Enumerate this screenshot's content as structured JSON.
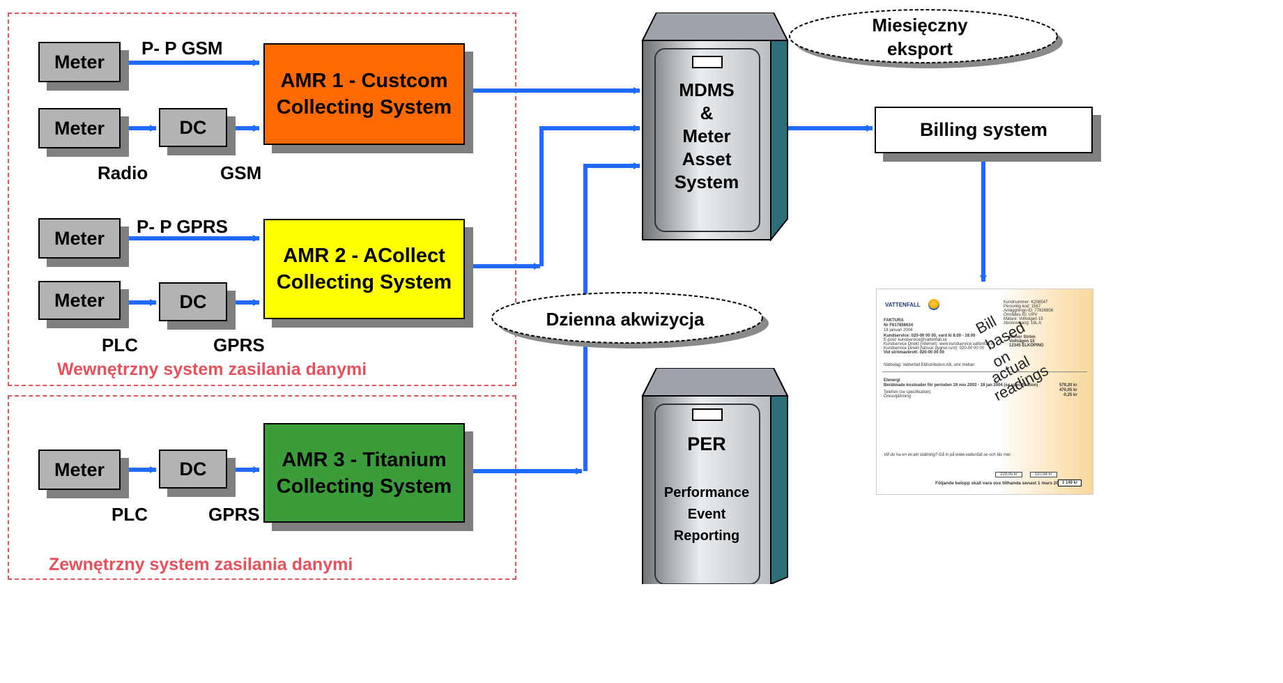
{
  "regions": {
    "internal_label": "Wewnętrzny system zasilania danymi",
    "external_label": "Zewnętrzny system zasilania danymi"
  },
  "nodes": {
    "meter": "Meter",
    "dc": "DC",
    "amr1_line1": "AMR 1 - Custcom",
    "amr1_line2": "Collecting System",
    "amr2_line1": "AMR 2 - ACollect",
    "amr2_line2": "Collecting System",
    "amr3_line1": "AMR 3 - Titanium",
    "amr3_line2": "Collecting System",
    "mdms_lines": [
      "MDMS",
      "&",
      "Meter",
      "Asset",
      "System"
    ],
    "per_title": "PER",
    "per_lines": [
      "Performance",
      "Event",
      "Reporting"
    ],
    "billing": "Billing system"
  },
  "links": {
    "p2p_gsm": "P- P GSM",
    "radio": "Radio",
    "gsm": "GSM",
    "p2p_gprs": "P- P GPRS",
    "plc": "PLC",
    "gprs": "GPRS"
  },
  "ellipses": {
    "monthly_line1": "Miesięczny",
    "monthly_line2": "eksport",
    "daily": "Dzienna akwizycja"
  },
  "invoice": {
    "brand": "VATTENFALL",
    "doc_type": "FAKTURA",
    "doc_no": "Nr F617856634",
    "doc_date": "18 januari 2004",
    "customer_lines": [
      "Kundnummer: K208547",
      "Personlig kod: 1567",
      "Anläggnings-ID: 77826906",
      "Områdes-ID: UPV",
      "Mätare: Voltvägen 15",
      "Abonnemang: 16L A"
    ],
    "service_lines": [
      "Kundservice: 020-00 00 00, vard kl 8.00 - 18.00",
      "E-post: kundservice@vattenfall.se",
      "Kundservice Direkt (Internet): www.kundservice.vattenfall.se",
      "Kundservice Direkt (talsvar dygnet runt): 020-00 00 00",
      "Vid strömavbrott: 020-00 00 00"
    ],
    "address_lines": [
      "Elenor Ström",
      "Voltvägen 15",
      "12345 ELKÖPING"
    ],
    "network": "Nätbolag: Vattenfall Eldistribution AB, omr mellan",
    "section": "Elenergi",
    "period_line": "Beräknade kostnader för perioden 19 nov 2003 - 18 jan 2004 (se specifikation)",
    "phone_line": "Telefoni (se specifikation)",
    "rounding": "Öresutjämning",
    "amount1": "579,20 kr",
    "amount2": "470,05 kr",
    "amount3": "-0,25 kr",
    "bottom_note": "Vill du ha en ev.akt ställning? Gå in på www.vattenfall.se och läs mer.",
    "pay_text": "Följande belopp skall vara oss tillhanda senast 1 mars 2004",
    "total": "1 149 kr",
    "box1": "229,05 kr",
    "box2": "110,94 kr",
    "overlay_words": [
      "Bill",
      "based",
      "on",
      "actual",
      "readings"
    ]
  }
}
